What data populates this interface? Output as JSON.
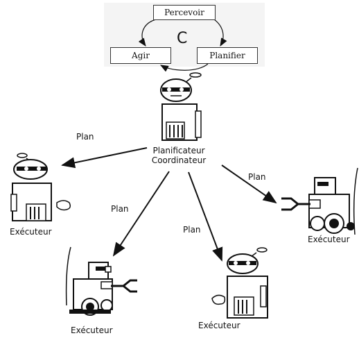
{
  "cycle": {
    "top_box": "Percevoir",
    "left_box": "Agir",
    "right_box": "Planifier",
    "center_letter": "C"
  },
  "coordinator": {
    "line1": "Planificateur",
    "line2": "Coordinateur"
  },
  "arrow_labels": {
    "left": "Plan",
    "lower_left": "Plan",
    "lower_center": "Plan",
    "right": "Plan"
  },
  "executors": {
    "left": "Exécuteur",
    "bottom_left": "Exécuteur",
    "bottom_center": "Exécuteur",
    "right": "Exécuteur"
  },
  "icons": [
    "robot-coordinator-icon",
    "robot-executor-icon",
    "robot-gripper-icon"
  ],
  "colors": {
    "ink": "#111111",
    "cycle_bg": "#f2f2f2"
  }
}
